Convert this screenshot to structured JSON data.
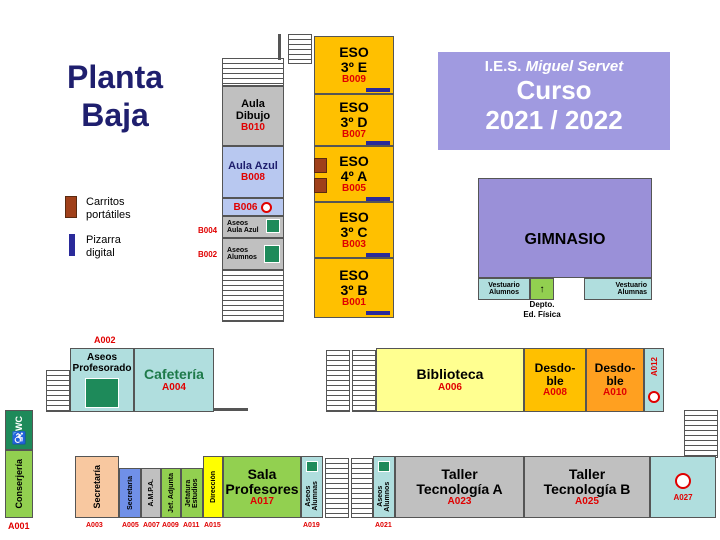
{
  "title": [
    "Planta",
    "Baja"
  ],
  "banner": {
    "school_prefix": "I.E.S. ",
    "school_name": "Miguel Servet",
    "line2": "Curso",
    "line3": "2021 / 2022"
  },
  "legend": {
    "cart_label_1": "Carritos",
    "cart_label_2": "portátiles",
    "board_label_1": "Pizarra",
    "board_label_2": "digital"
  },
  "rooms": {
    "b010": {
      "name1": "Aula",
      "name2": "Dibujo",
      "code": "B010"
    },
    "b008": {
      "name": "Aula Azul",
      "code": "B008"
    },
    "b006": {
      "code": "B006"
    },
    "b004": {
      "name1": "Aseos",
      "name2": "Aula Azul",
      "code": "B004"
    },
    "b002": {
      "name": "Aseos",
      "name2": "Alumnos",
      "code": "B002"
    },
    "b009": {
      "name1": "ESO",
      "name2": "3º E",
      "code": "B009"
    },
    "b007": {
      "name1": "ESO",
      "name2": "3º D",
      "code": "B007"
    },
    "b005": {
      "name1": "ESO",
      "name2": "4º A",
      "code": "B005"
    },
    "b003": {
      "name1": "ESO",
      "name2": "3º C",
      "code": "B003"
    },
    "b001": {
      "name1": "ESO",
      "name2": "3º B",
      "code": "B001"
    },
    "gym": {
      "name": "GIMNASIO"
    },
    "vest_l": {
      "name1": "Vestuario",
      "name2": "Alumnos"
    },
    "vest_r": {
      "name1": "Vestuario",
      "name2": "Alumnas"
    },
    "depto": {
      "name1": "Depto.",
      "name2": "Ed. Física"
    },
    "a002": {
      "code": "A002",
      "name1": "Aseos",
      "name2": "Profesorado"
    },
    "a004": {
      "name": "Cafetería",
      "code": "A004"
    },
    "a006": {
      "name": "Biblioteca",
      "code": "A006"
    },
    "a008": {
      "name1": "Desdo-",
      "name2": "ble",
      "code": "A008"
    },
    "a010": {
      "name1": "Desdo-",
      "name2": "ble",
      "code": "A010"
    },
    "a012": {
      "code": "A012"
    },
    "wc": {
      "name": "WC"
    },
    "a001": {
      "name": "Conserjería",
      "code": "A001"
    },
    "a003": {
      "name": "Secretaría",
      "code": "A003"
    },
    "a005": {
      "name": "Secretaría",
      "code": "A005"
    },
    "a007": {
      "name": "A.M.P.A.",
      "code": "A007"
    },
    "a009": {
      "name": "Jef. Adjunta",
      "code": "A009"
    },
    "a011": {
      "name": "Jefatura Estudios",
      "code": "A011"
    },
    "a015": {
      "name": "Dirección",
      "code": "A015"
    },
    "a017": {
      "name1": "Sala",
      "name2": "Profesores",
      "code": "A017"
    },
    "a019": {
      "name": "Aseos Alumnas",
      "code": "A019"
    },
    "a021": {
      "name": "Aseos Alumnos",
      "code": "A021"
    },
    "a023": {
      "name1": "Taller",
      "name2": "Tecnología A",
      "code": "A023"
    },
    "a025": {
      "name1": "Taller",
      "name2": "Tecnología B",
      "code": "A025"
    },
    "a027": {
      "code": "A027"
    }
  },
  "colors": {
    "title": "#1f1f6e",
    "banner_bg": "#a09ae0",
    "eso": "#ffc000",
    "gym": "#9a90d8",
    "grey": "#c0c0c0",
    "blue_room": "#b8c8f0",
    "teal": "#b0dede",
    "biblio": "#ffff90",
    "green": "#92d050",
    "orange": "#ffa020",
    "peach": "#f8c8a0"
  }
}
